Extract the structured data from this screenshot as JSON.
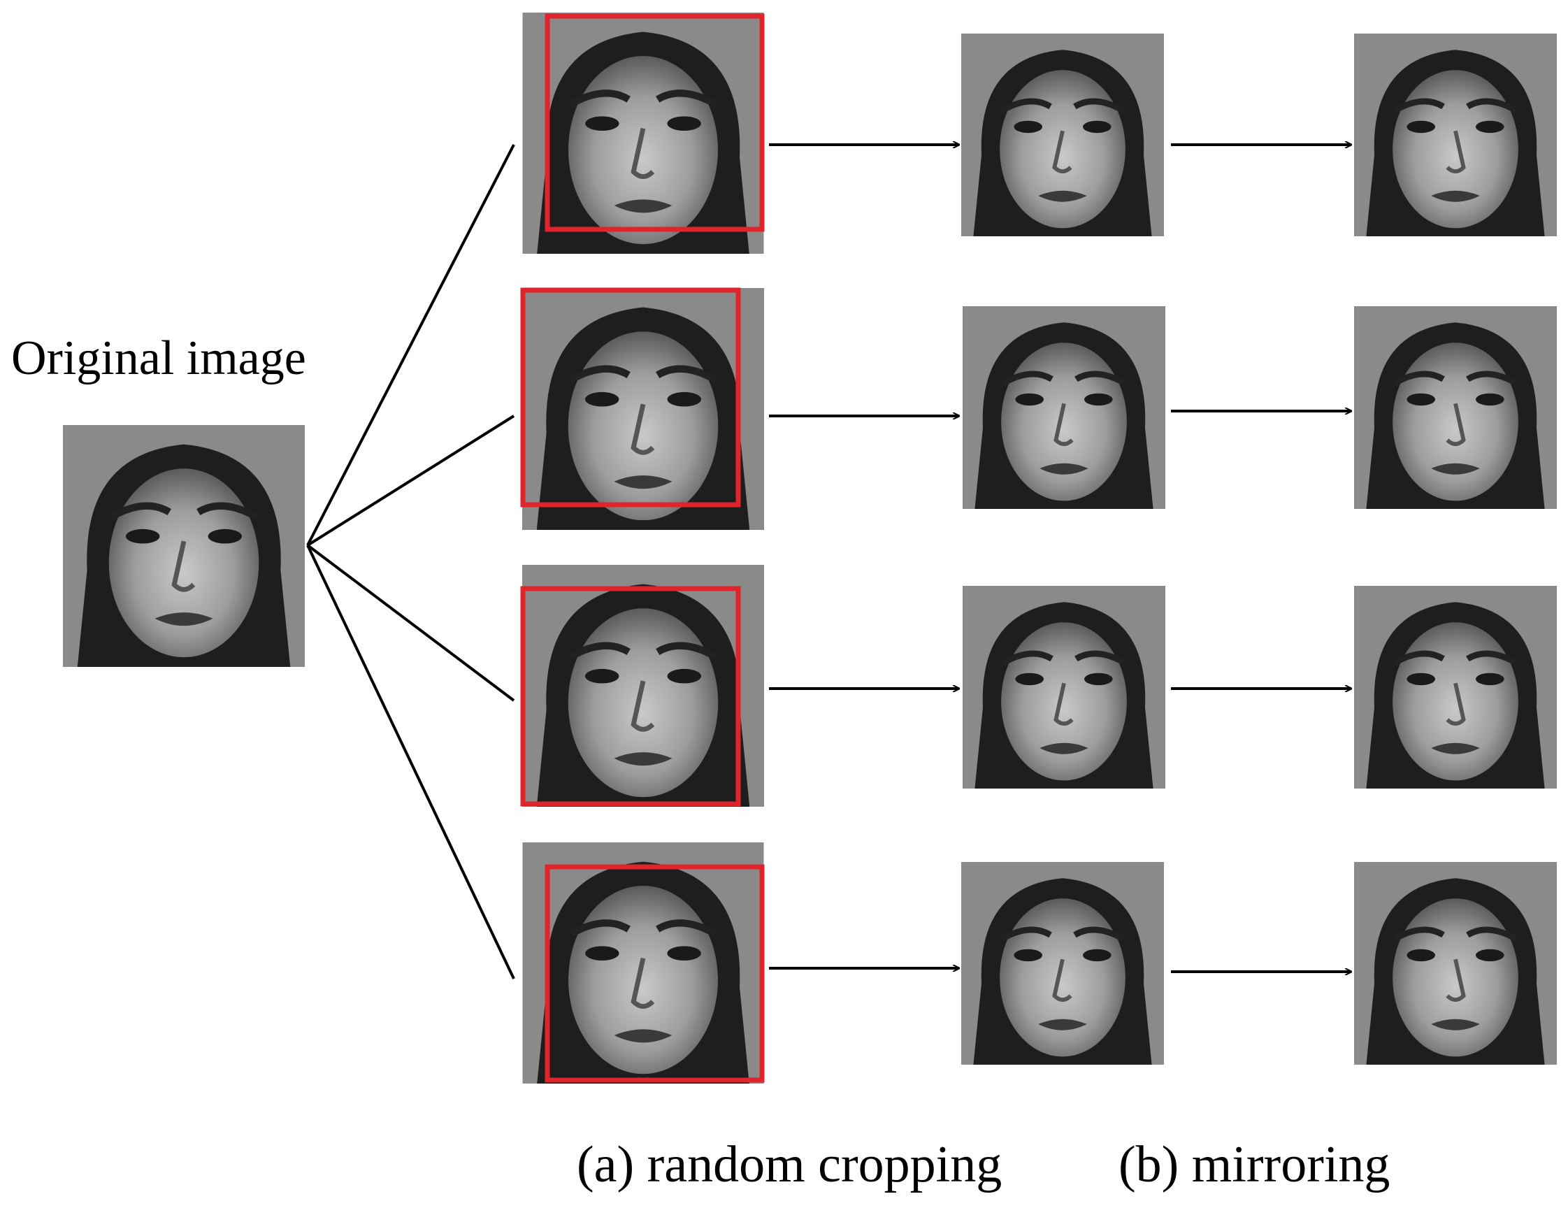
{
  "figure": {
    "original_label": "Original image",
    "caption_a": "(a) random cropping",
    "caption_b": "(b) mirroring",
    "crop_box_color": "#e0242b",
    "arrow_color": "#000000",
    "photo_description_icon": "grayscale-face-photo"
  },
  "rows": [
    {
      "stage": "crop-1"
    },
    {
      "stage": "crop-2"
    },
    {
      "stage": "crop-3"
    },
    {
      "stage": "crop-4"
    }
  ]
}
